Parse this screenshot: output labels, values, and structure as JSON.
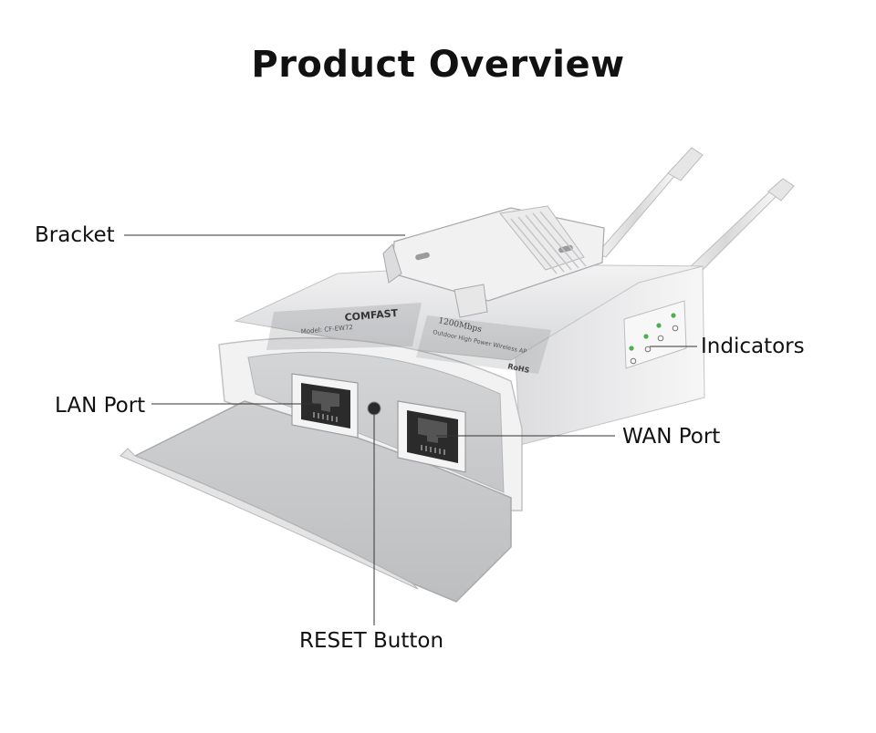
{
  "page": {
    "title": "Product Overview"
  },
  "callouts": {
    "bracket": "Bracket",
    "indicators": "Indicators",
    "lan_port": "LAN Port",
    "wan_port": "WAN Port",
    "reset_button": "RESET Button"
  },
  "device_label": {
    "brand": "COMFAST",
    "capacity": "1200Mbps",
    "product_line": "Outdoor High Power Wireless AP",
    "model_line": "Model: CF-EW72",
    "cert_marks": "RoHS"
  },
  "colors": {
    "device_body": "#e9e9ea",
    "device_shadow": "#c9cacc",
    "port_dark": "#2b2b2b",
    "indicator_green": "#4caf50",
    "leader_line": "#333333"
  }
}
